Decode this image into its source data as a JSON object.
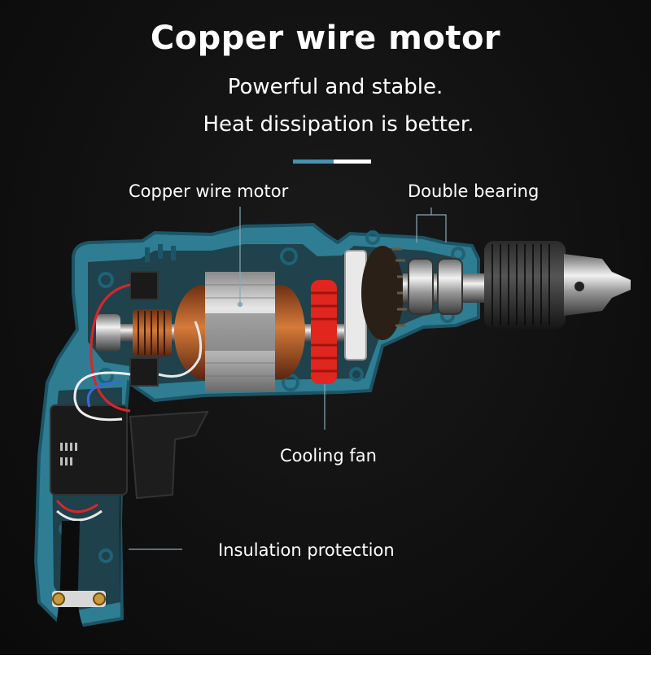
{
  "header": {
    "title": "Copper wire motor",
    "subtitle_line1": "Powerful and stable.",
    "subtitle_line2": "Heat dissipation is better."
  },
  "callouts": {
    "motor": "Copper wire motor",
    "bearing": "Double bearing",
    "fan": "Cooling fan",
    "insulation": "Insulation protection"
  },
  "colors": {
    "background": "#111111",
    "housing": "#3a8aa0",
    "accent_divider": "#4a90b0",
    "fan": "#e0261e",
    "copper": "#b05a28"
  }
}
